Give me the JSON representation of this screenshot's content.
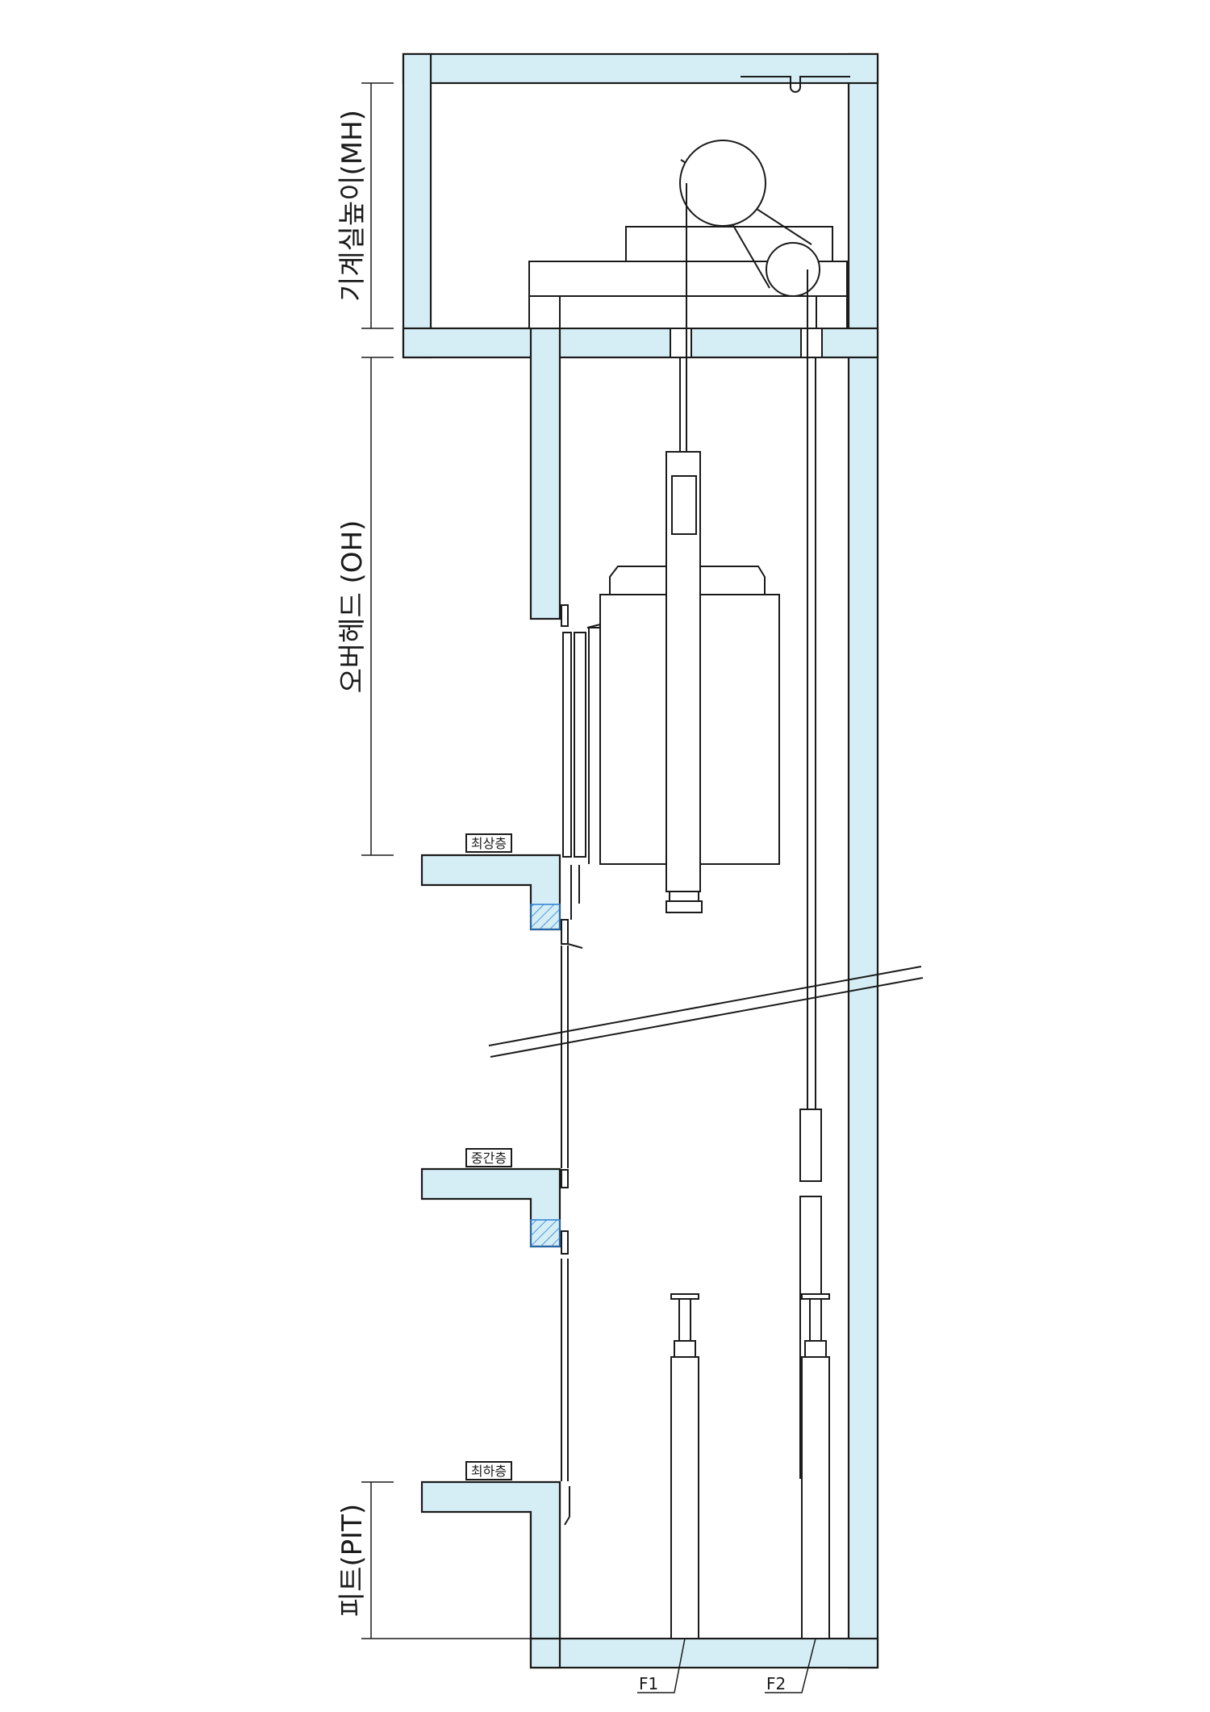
{
  "labels": {
    "machine_room_height": "기계실높이(MH)",
    "overhead": "오버헤드 (OH)",
    "pit": "피트(PIT)"
  },
  "floors": {
    "top": "최상층",
    "middle": "중간층",
    "bottom": "최하층"
  },
  "buffers": {
    "f1": "F1",
    "f2": "F2"
  },
  "colors": {
    "concrete": "#d5eef6",
    "hatch": "#2b7fd4",
    "line": "#1a1a1a"
  }
}
